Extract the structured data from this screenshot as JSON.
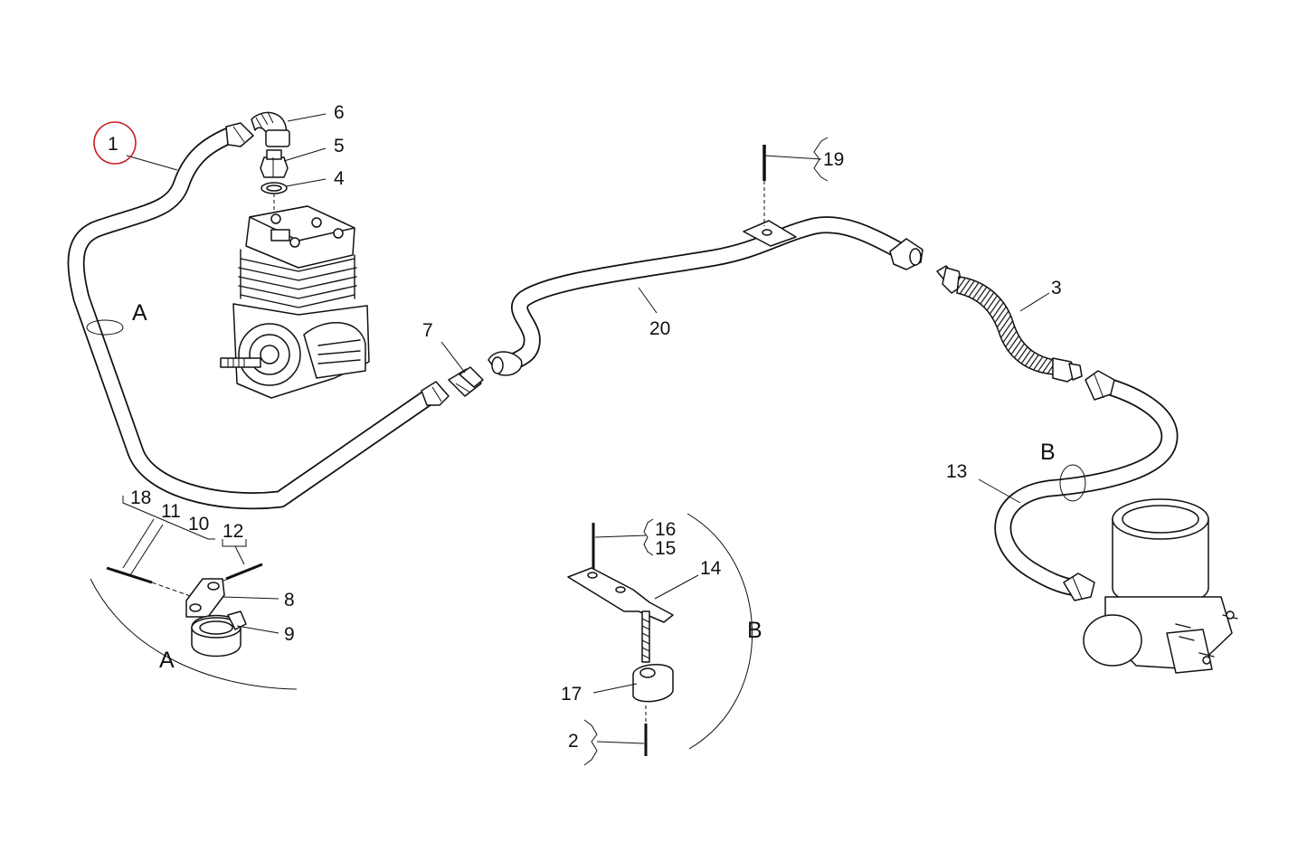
{
  "callouts": {
    "c1": "1",
    "c2": "2",
    "c3": "3",
    "c4": "4",
    "c5": "5",
    "c6": "6",
    "c7": "7",
    "c8": "8",
    "c9": "9",
    "c10": "10",
    "c11": "11",
    "c12": "12",
    "c13": "13",
    "c14": "14",
    "c15": "15",
    "c16": "16",
    "c17": "17",
    "c18": "18",
    "c19": "19",
    "c20": "20"
  },
  "views": {
    "a_section": "A",
    "a_detail": "A",
    "b_section": "B",
    "b_detail": "B"
  },
  "colors": {
    "line": "#111111",
    "highlight": "#cc2222",
    "background": "#ffffff"
  }
}
